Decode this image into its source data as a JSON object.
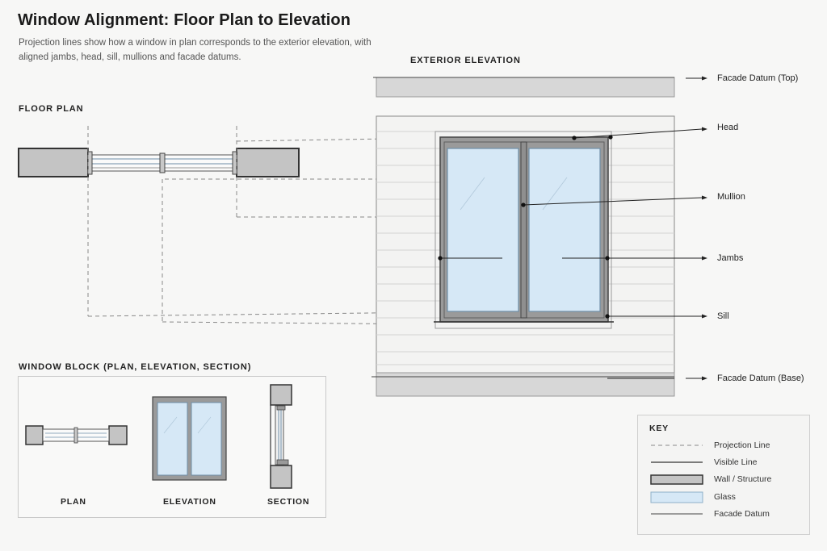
{
  "header": {
    "title": "Window Alignment: Floor Plan to Elevation",
    "subtitle": "Projection lines show how a window in plan corresponds to the exterior elevation, with aligned jambs, head, sill, mullions and facade datums."
  },
  "floor_plan": {
    "label": "FLOOR PLAN"
  },
  "elevation": {
    "label": "EXTERIOR ELEVATION",
    "callouts": {
      "datum_top": "Facade Datum (Top)",
      "head": "Head",
      "mullion": "Mullion",
      "jambs": "Jambs",
      "sill": "Sill",
      "datum_base": "Facade Datum (Base)"
    }
  },
  "window_block": {
    "label": "WINDOW BLOCK (PLAN, ELEVATION, SECTION)",
    "views": {
      "plan": "PLAN",
      "elevation": "ELEVATION",
      "section": "SECTION"
    }
  },
  "key": {
    "title": "KEY",
    "items": {
      "projection": "Projection Line",
      "visible": "Visible Line",
      "wall": "Wall / Structure",
      "glass": "Glass",
      "datum": "Facade Datum"
    }
  },
  "colors": {
    "wall_fill": "#c4c4c4",
    "glass_fill": "#d6e8f6",
    "glass_stroke": "#6f8fa8",
    "frame_fill": "#9a9a9a",
    "line": "#333333",
    "projection": "#888888"
  }
}
